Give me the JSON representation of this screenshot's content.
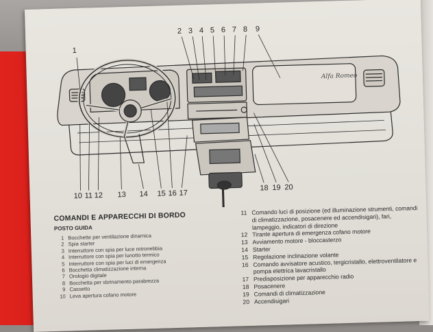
{
  "callouts_top": [
    "1",
    "2",
    "3",
    "4",
    "5",
    "6",
    "7",
    "8",
    "9"
  ],
  "callouts_bottom": [
    "10",
    "11",
    "12",
    "13",
    "14",
    "15",
    "16",
    "17",
    "18",
    "19",
    "20"
  ],
  "section": {
    "title": "COMANDI E APPARECCHI DI BORDO",
    "subtitle": "POSTO GUIDA"
  },
  "logo_text": "Alfa Romeo",
  "left_items": [
    {
      "n": "1",
      "t": "Bocchette per ventilazione dinamica"
    },
    {
      "n": "2",
      "t": "Spia starter"
    },
    {
      "n": "3",
      "t": "Interruttore con spia per luce retronebbia"
    },
    {
      "n": "4",
      "t": "Interruttore con spia per lunotto termico"
    },
    {
      "n": "5",
      "t": "Interruttore con spia per luci di emergenza"
    },
    {
      "n": "6",
      "t": "Bocchetta climatizzazione interna"
    },
    {
      "n": "7",
      "t": "Orologio digitale"
    },
    {
      "n": "8",
      "t": "Bocchetta per sbrinamento parabrezza"
    },
    {
      "n": "9",
      "t": "Cassetto"
    },
    {
      "n": "10",
      "t": "Leva apertura cofano motore"
    }
  ],
  "right_items": [
    {
      "n": "11",
      "t": "Comando luci di posizione (ed illuminazione strumenti, comandi di climatizzazione, posacenere ed accendisigari), fari, lampeggio, indicatori di direzione"
    },
    {
      "n": "12",
      "t": "Tirante apertura di emergenza cofano motore"
    },
    {
      "n": "13",
      "t": "Avviamento motore - bloccasterzo"
    },
    {
      "n": "14",
      "t": "Starter"
    },
    {
      "n": "15",
      "t": "Regolazione inclinazione volante"
    },
    {
      "n": "16",
      "t": "Comando avvisatore acustico, tergicristallo, elettroventilatore e pompa elettrica lavacristallo"
    },
    {
      "n": "17",
      "t": "Predisposizione per apparecchio radio"
    },
    {
      "n": "18",
      "t": "Posacenere"
    },
    {
      "n": "19",
      "t": "Comandi di climatizzazione"
    },
    {
      "n": "20",
      "t": "Accendisigari"
    }
  ]
}
